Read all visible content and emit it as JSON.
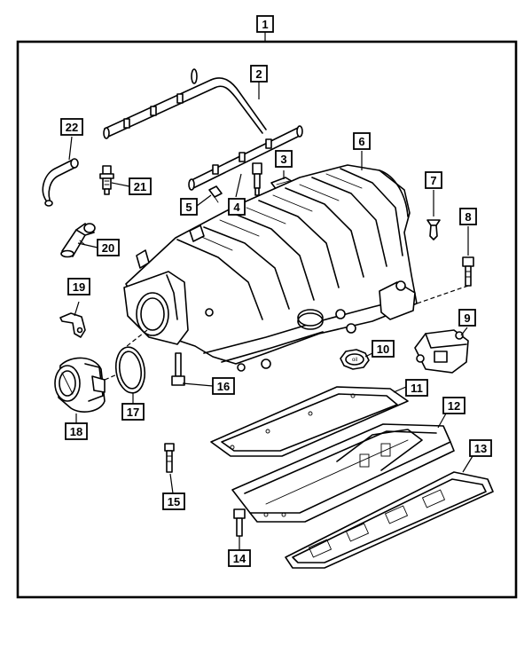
{
  "callouts": [
    {
      "id": "1",
      "label": "1"
    },
    {
      "id": "2",
      "label": "2"
    },
    {
      "id": "3",
      "label": "3"
    },
    {
      "id": "4",
      "label": "4"
    },
    {
      "id": "5",
      "label": "5"
    },
    {
      "id": "6",
      "label": "6"
    },
    {
      "id": "7",
      "label": "7"
    },
    {
      "id": "8",
      "label": "8"
    },
    {
      "id": "9",
      "label": "9"
    },
    {
      "id": "10",
      "label": "10"
    },
    {
      "id": "11",
      "label": "11"
    },
    {
      "id": "12",
      "label": "12"
    },
    {
      "id": "13",
      "label": "13"
    },
    {
      "id": "14",
      "label": "14"
    },
    {
      "id": "15",
      "label": "15"
    },
    {
      "id": "16",
      "label": "16"
    },
    {
      "id": "17",
      "label": "17"
    },
    {
      "id": "18",
      "label": "18"
    },
    {
      "id": "19",
      "label": "19"
    },
    {
      "id": "20",
      "label": "20"
    },
    {
      "id": "21",
      "label": "21"
    },
    {
      "id": "22",
      "label": "22"
    }
  ],
  "cap_stamp": "oil"
}
